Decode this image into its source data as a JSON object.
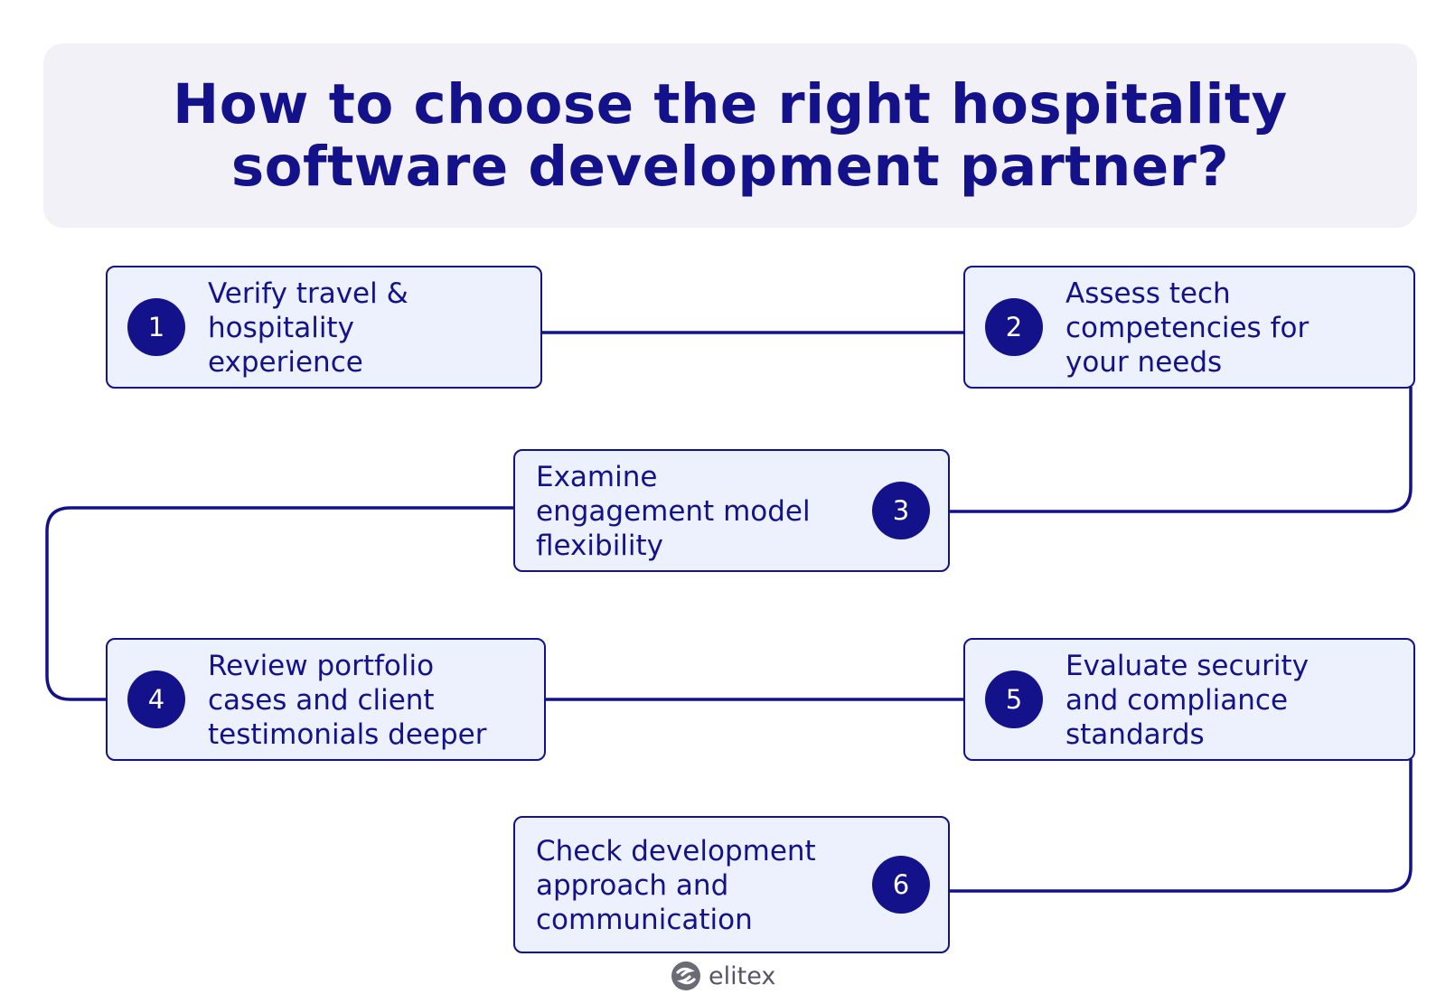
{
  "header": {
    "title_lines": [
      "How to choose the right hospitality",
      "software development partner?"
    ]
  },
  "steps": [
    {
      "number": "1",
      "lines": [
        "Verify travel &",
        "hospitality",
        "experience"
      ]
    },
    {
      "number": "2",
      "lines": [
        "Assess tech",
        "competencies for",
        "your needs"
      ]
    },
    {
      "number": "3",
      "lines": [
        "Examine",
        "engagement model",
        "flexibility"
      ]
    },
    {
      "number": "4",
      "lines": [
        "Review portfolio",
        "cases and client",
        "testimonials deeper"
      ]
    },
    {
      "number": "5",
      "lines": [
        "Evaluate security",
        "and compliance",
        "standards"
      ]
    },
    {
      "number": "6",
      "lines": [
        "Check development",
        "approach and",
        "communication"
      ]
    }
  ],
  "brand": {
    "name": "elitex",
    "icon": "elitex-logo-icon"
  },
  "colors": {
    "primary": "#13128a",
    "card_background": "#edf1fd",
    "title_panel": "#f2f1f7",
    "brand_text": "#555566"
  }
}
